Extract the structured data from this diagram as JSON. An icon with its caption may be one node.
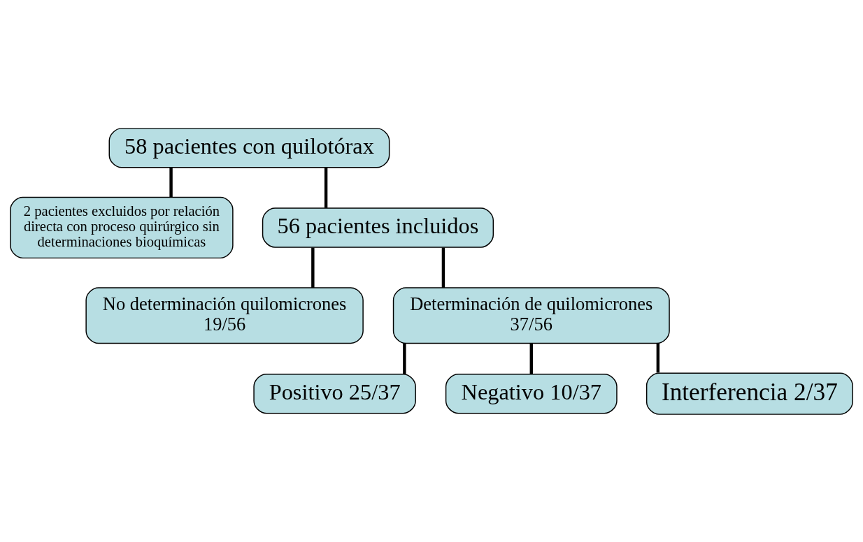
{
  "diagram": {
    "nodes": [
      {
        "text": [
          "58 pacientes con quilotórax"
        ]
      },
      {
        "text": [
          "2 pacientes excluidos por relación directa con proceso quirúrgico sin determinaciones bioquímicas"
        ]
      },
      {
        "text": [
          "56 pacientes incluidos"
        ]
      },
      {
        "text": [
          "No determinación quilomicrones 19/56"
        ]
      },
      {
        "text": [
          "Determinación de quilomicrones 37/56"
        ]
      },
      {
        "text": [
          "Positivo 25/37"
        ]
      },
      {
        "text": [
          "Negativo 10/37"
        ]
      },
      {
        "text": [
          "Interferencia 2/37"
        ]
      }
    ],
    "edges": [
      {
        "from": 0,
        "to": 1,
        "arrow": "none"
      },
      {
        "from": 0,
        "to": 2,
        "arrow": "none"
      },
      {
        "from": 2,
        "to": 3,
        "arrow": "none"
      },
      {
        "from": 2,
        "to": 4,
        "arrow": "none"
      },
      {
        "from": 4,
        "to": 5,
        "arrow": "none"
      },
      {
        "from": 4,
        "to": 6,
        "arrow": "none"
      },
      {
        "from": 4,
        "to": 7,
        "arrow": "none"
      }
    ]
  }
}
